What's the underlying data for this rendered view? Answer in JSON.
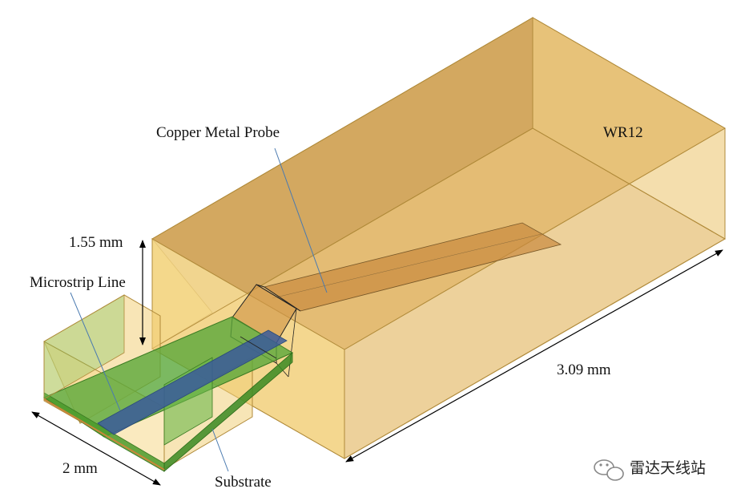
{
  "labels": {
    "copper_probe": "Copper Metal Probe",
    "waveguide": "WR12",
    "height": "1.55 mm",
    "microstrip": "Microstrip Line",
    "length": "3.09 mm",
    "width": "2 mm",
    "substrate": "Substrate"
  },
  "watermark": {
    "text": "雷达天线站",
    "icon": "wechat-icon"
  },
  "colors": {
    "waveguide_fill": "#d8a84a",
    "waveguide_front": "#f6d98a",
    "probe": "#c98a3e",
    "substrate": "#5aa83a",
    "microstrip": "#3a5a9a",
    "box_edge": "#b08a3a",
    "leader": "#4a7ab0"
  }
}
